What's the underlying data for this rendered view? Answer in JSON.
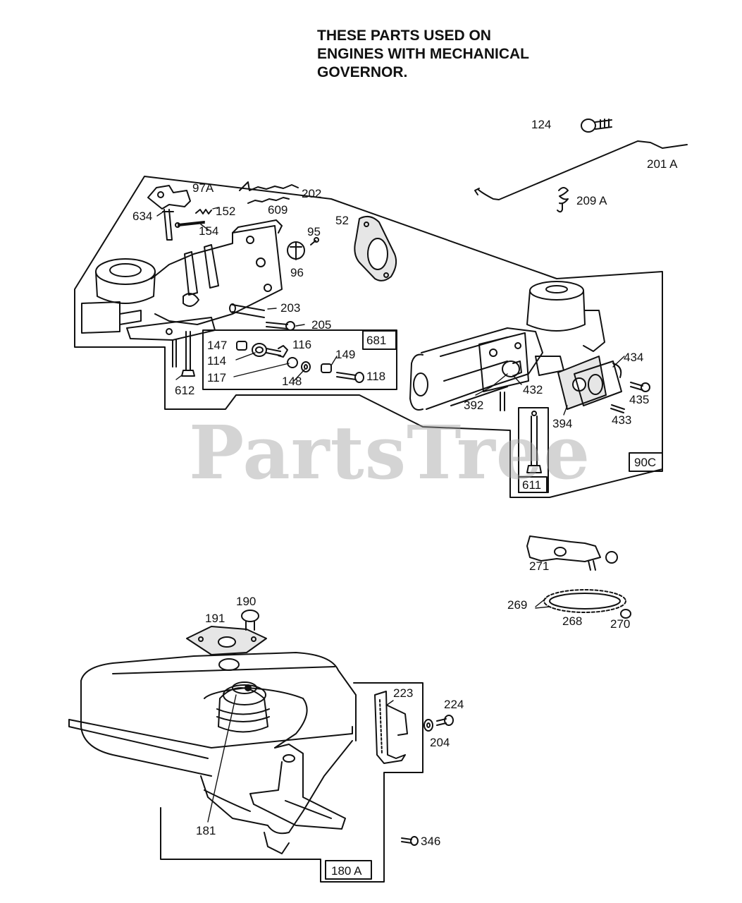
{
  "header": {
    "note_lines": [
      "THESE PARTS USED ON",
      "ENGINES WITH MECHANICAL",
      "GOVERNOR."
    ]
  },
  "watermark": "PartsTree",
  "section_tags": {
    "carb_kit": "681",
    "carburetor_group": "90C",
    "bolt_group": "611",
    "tank_group": "180 A"
  },
  "callouts": {
    "p124": "124",
    "p201a": "201 A",
    "p209a": "209 A",
    "p97a": "97A",
    "p202": "202",
    "p152": "152",
    "p634": "634",
    "p609": "609",
    "p154": "154",
    "p95": "95",
    "p52": "52",
    "p96": "96",
    "p203": "203",
    "p205": "205",
    "p147": "147",
    "p116": "116",
    "p149": "149",
    "p114": "114",
    "p117": "117",
    "p148": "148",
    "p118": "118",
    "p612": "612",
    "p434": "434",
    "p432": "432",
    "p435": "435",
    "p392": "392",
    "p394": "394",
    "p433": "433",
    "p271": "271",
    "p269": "269",
    "p268": "268",
    "p270": "270",
    "p190": "190",
    "p191": "191",
    "p223": "223",
    "p224": "224",
    "p204": "204",
    "p181": "181",
    "p346": "346"
  },
  "colors": {
    "ink": "#111111",
    "watermark": "#a0a0a0",
    "gasket_fill": "#e6e6e6"
  }
}
